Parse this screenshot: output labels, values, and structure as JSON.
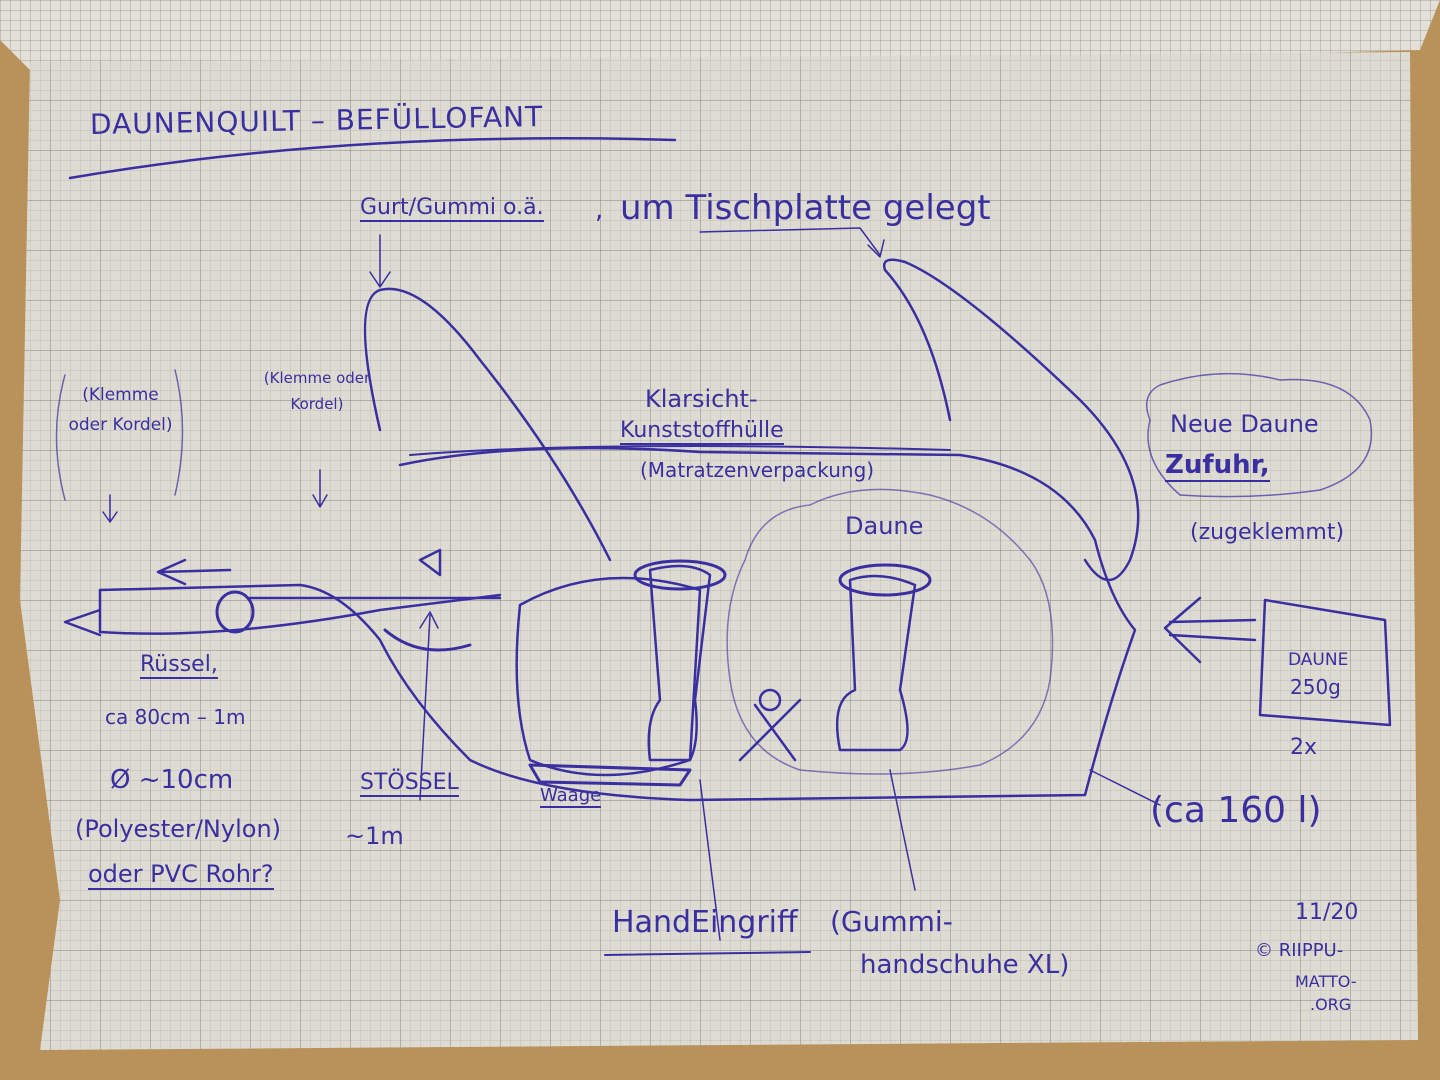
{
  "title": "DAUNENQUILT – BEFÜLLOFANT",
  "strap": {
    "material": "Gurt/Gummi o.ä.",
    "separator": ",",
    "placement": "um Tischplatte gelegt"
  },
  "clamp_left": "(Klemme oder Kordel)",
  "clamp_mid": "(Klemme oder Kordel)",
  "bag": {
    "line1": "Klarsicht-",
    "line2": "Kunststoffhülle",
    "note": "(Matratzenverpackung)"
  },
  "down_label": "Daune",
  "supply": {
    "line1": "Neue Daune",
    "line2": "Zufuhr,",
    "note": "(zugeklemmt)"
  },
  "package": {
    "line1": "DAUNE",
    "line2": "250g",
    "count": "2x"
  },
  "volume": "(ca 160 l)",
  "trunk": {
    "label": "Rüssel,",
    "length": "ca 80cm – 1m",
    "diameter": "Ø ~10cm",
    "material": "(Polyester/Nylon)",
    "alt": "oder PVC Rohr?"
  },
  "pestle": {
    "label": "STÖSSEL",
    "length": "~1m"
  },
  "scale": "Waage",
  "glove": {
    "label": "HandEingriff",
    "note1": "(Gummi-",
    "note2": "handschuhe XL)"
  },
  "footer": {
    "date": "11/20",
    "copyright": "© RIIPPU-",
    "line2": "MATTO-",
    "line3": ".ORG"
  },
  "colors": {
    "ink": "#3a2fa0",
    "paper": "#dedcd2",
    "desk": "#b8925a"
  }
}
